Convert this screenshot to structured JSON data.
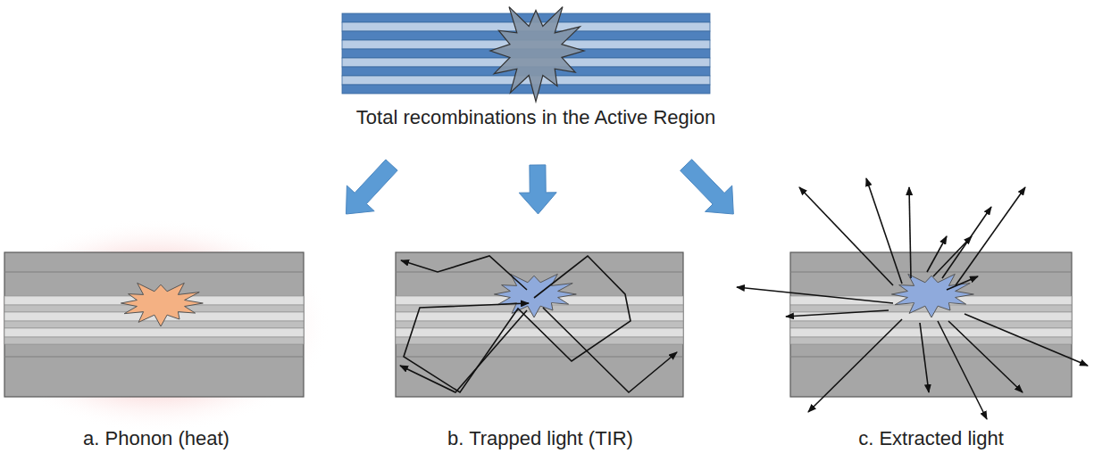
{
  "diagram": {
    "nodes": [
      {
        "text": [
          "Total recombinations in the Active Region"
        ]
      },
      {
        "text": [
          "a. Phonon (heat)"
        ]
      },
      {
        "text": [
          "b. Trapped light (TIR)"
        ]
      },
      {
        "text": [
          "c. Extracted light"
        ]
      }
    ],
    "edges": [
      {
        "from": 0,
        "to": 1,
        "arrow": "to"
      },
      {
        "from": 0,
        "to": 2,
        "arrow": "to"
      },
      {
        "from": 0,
        "to": 3,
        "arrow": "to"
      }
    ]
  }
}
